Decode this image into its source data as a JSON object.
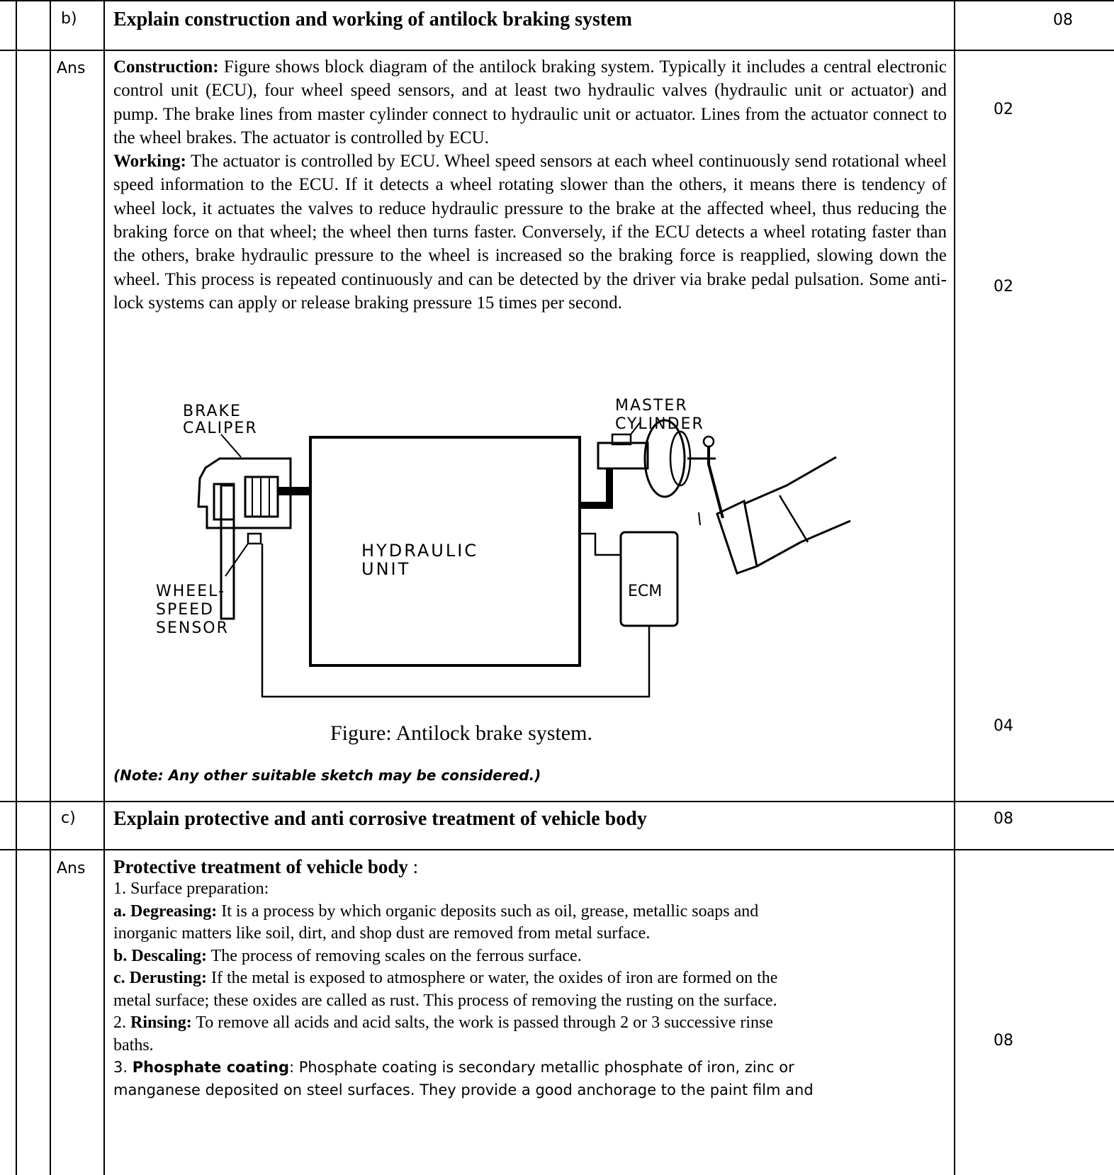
{
  "rows": {
    "b": {
      "label": "b)",
      "question": "Explain construction and working of antilock braking system",
      "marks": "08"
    },
    "b_ans": {
      "label": "Ans",
      "construction_heading": "Construction:",
      "construction_text": " Figure shows block diagram of the antilock braking system. Typically it includes a central electronic control unit (ECU), four wheel speed sensors, and at least two hydraulic valves (hydraulic unit or actuator) and pump. The brake lines from master cylinder connect to hydraulic unit or actuator. Lines from the actuator connect to the wheel brakes. The actuator is controlled by ECU.",
      "working_heading": "Working:",
      "working_text": "  The actuator is controlled by ECU. Wheel speed sensors at each wheel continuously send rotational wheel speed information to the ECU. If it detects a wheel rotating slower than the others, it means there is tendency of wheel lock, it actuates the valves to reduce hydraulic pressure to the brake at the affected wheel, thus reducing the braking force on that wheel; the wheel then turns faster. Conversely, if the ECU detects a wheel rotating faster than the others, brake hydraulic pressure to the wheel is increased so the braking force is reapplied, slowing down the wheel. This process is repeated continuously and can be detected by the driver via brake pedal pulsation. Some anti-lock systems can apply or release braking pressure 15 times per second.",
      "figure": {
        "label_brake_caliper_1": "BRAKE",
        "label_brake_caliper_2": "CALIPER",
        "label_master_1": "MASTER",
        "label_master_2": "CYLINDER",
        "label_hydraulic_1": "HYDRAULIC",
        "label_hydraulic_2": "UNIT",
        "label_ecm": "ECM",
        "label_wheel_1": "WHEEL-",
        "label_wheel_2": "SPEED",
        "label_wheel_3": "SENSOR",
        "caption": "Figure: Antilock brake system."
      },
      "note": "(Note: Any other suitable sketch may be considered.)",
      "marks": [
        "02",
        "02",
        "04"
      ]
    },
    "c": {
      "label": "c)",
      "question": "Explain protective and anti corrosive treatment of vehicle body",
      "marks": "08"
    },
    "c_ans": {
      "label": "Ans",
      "heading": "Protective treatment of vehicle body",
      "heading_suffix": " :",
      "surface_prep": "1. Surface preparation:",
      "degreasing_title": "a. Degreasing:",
      "degreasing_line1": " It is a process by which organic deposits such as oil, grease, metallic soaps and",
      "degreasing_line2": "inorganic matters like soil, dirt, and shop dust are removed from metal surface.",
      "descaling_title": "b. Descaling:",
      "descaling_text": " The process of removing scales on the ferrous surface.",
      "derusting_title": "c. Derusting:",
      "derusting_line1": " If the metal is exposed to atmosphere or water, the oxides of iron are formed on the",
      "derusting_line2": "metal surface; these oxides are called as rust. This process of removing the rusting on the surface.",
      "rinsing_num": "2. ",
      "rinsing_title": "Rinsing:",
      "rinsing_line1": " To remove all acids and acid salts, the work is passed through 2 or 3 successive rinse",
      "rinsing_line2": "baths.",
      "phosphate_num": "3. ",
      "phosphate_title": "Phosphate coating",
      "phosphate_line1": ": Phosphate coating is secondary metallic phosphate of iron, zinc or",
      "phosphate_line2": "manganese deposited on steel surfaces. They provide a good anchorage to the paint film and",
      "marks": "08"
    }
  }
}
